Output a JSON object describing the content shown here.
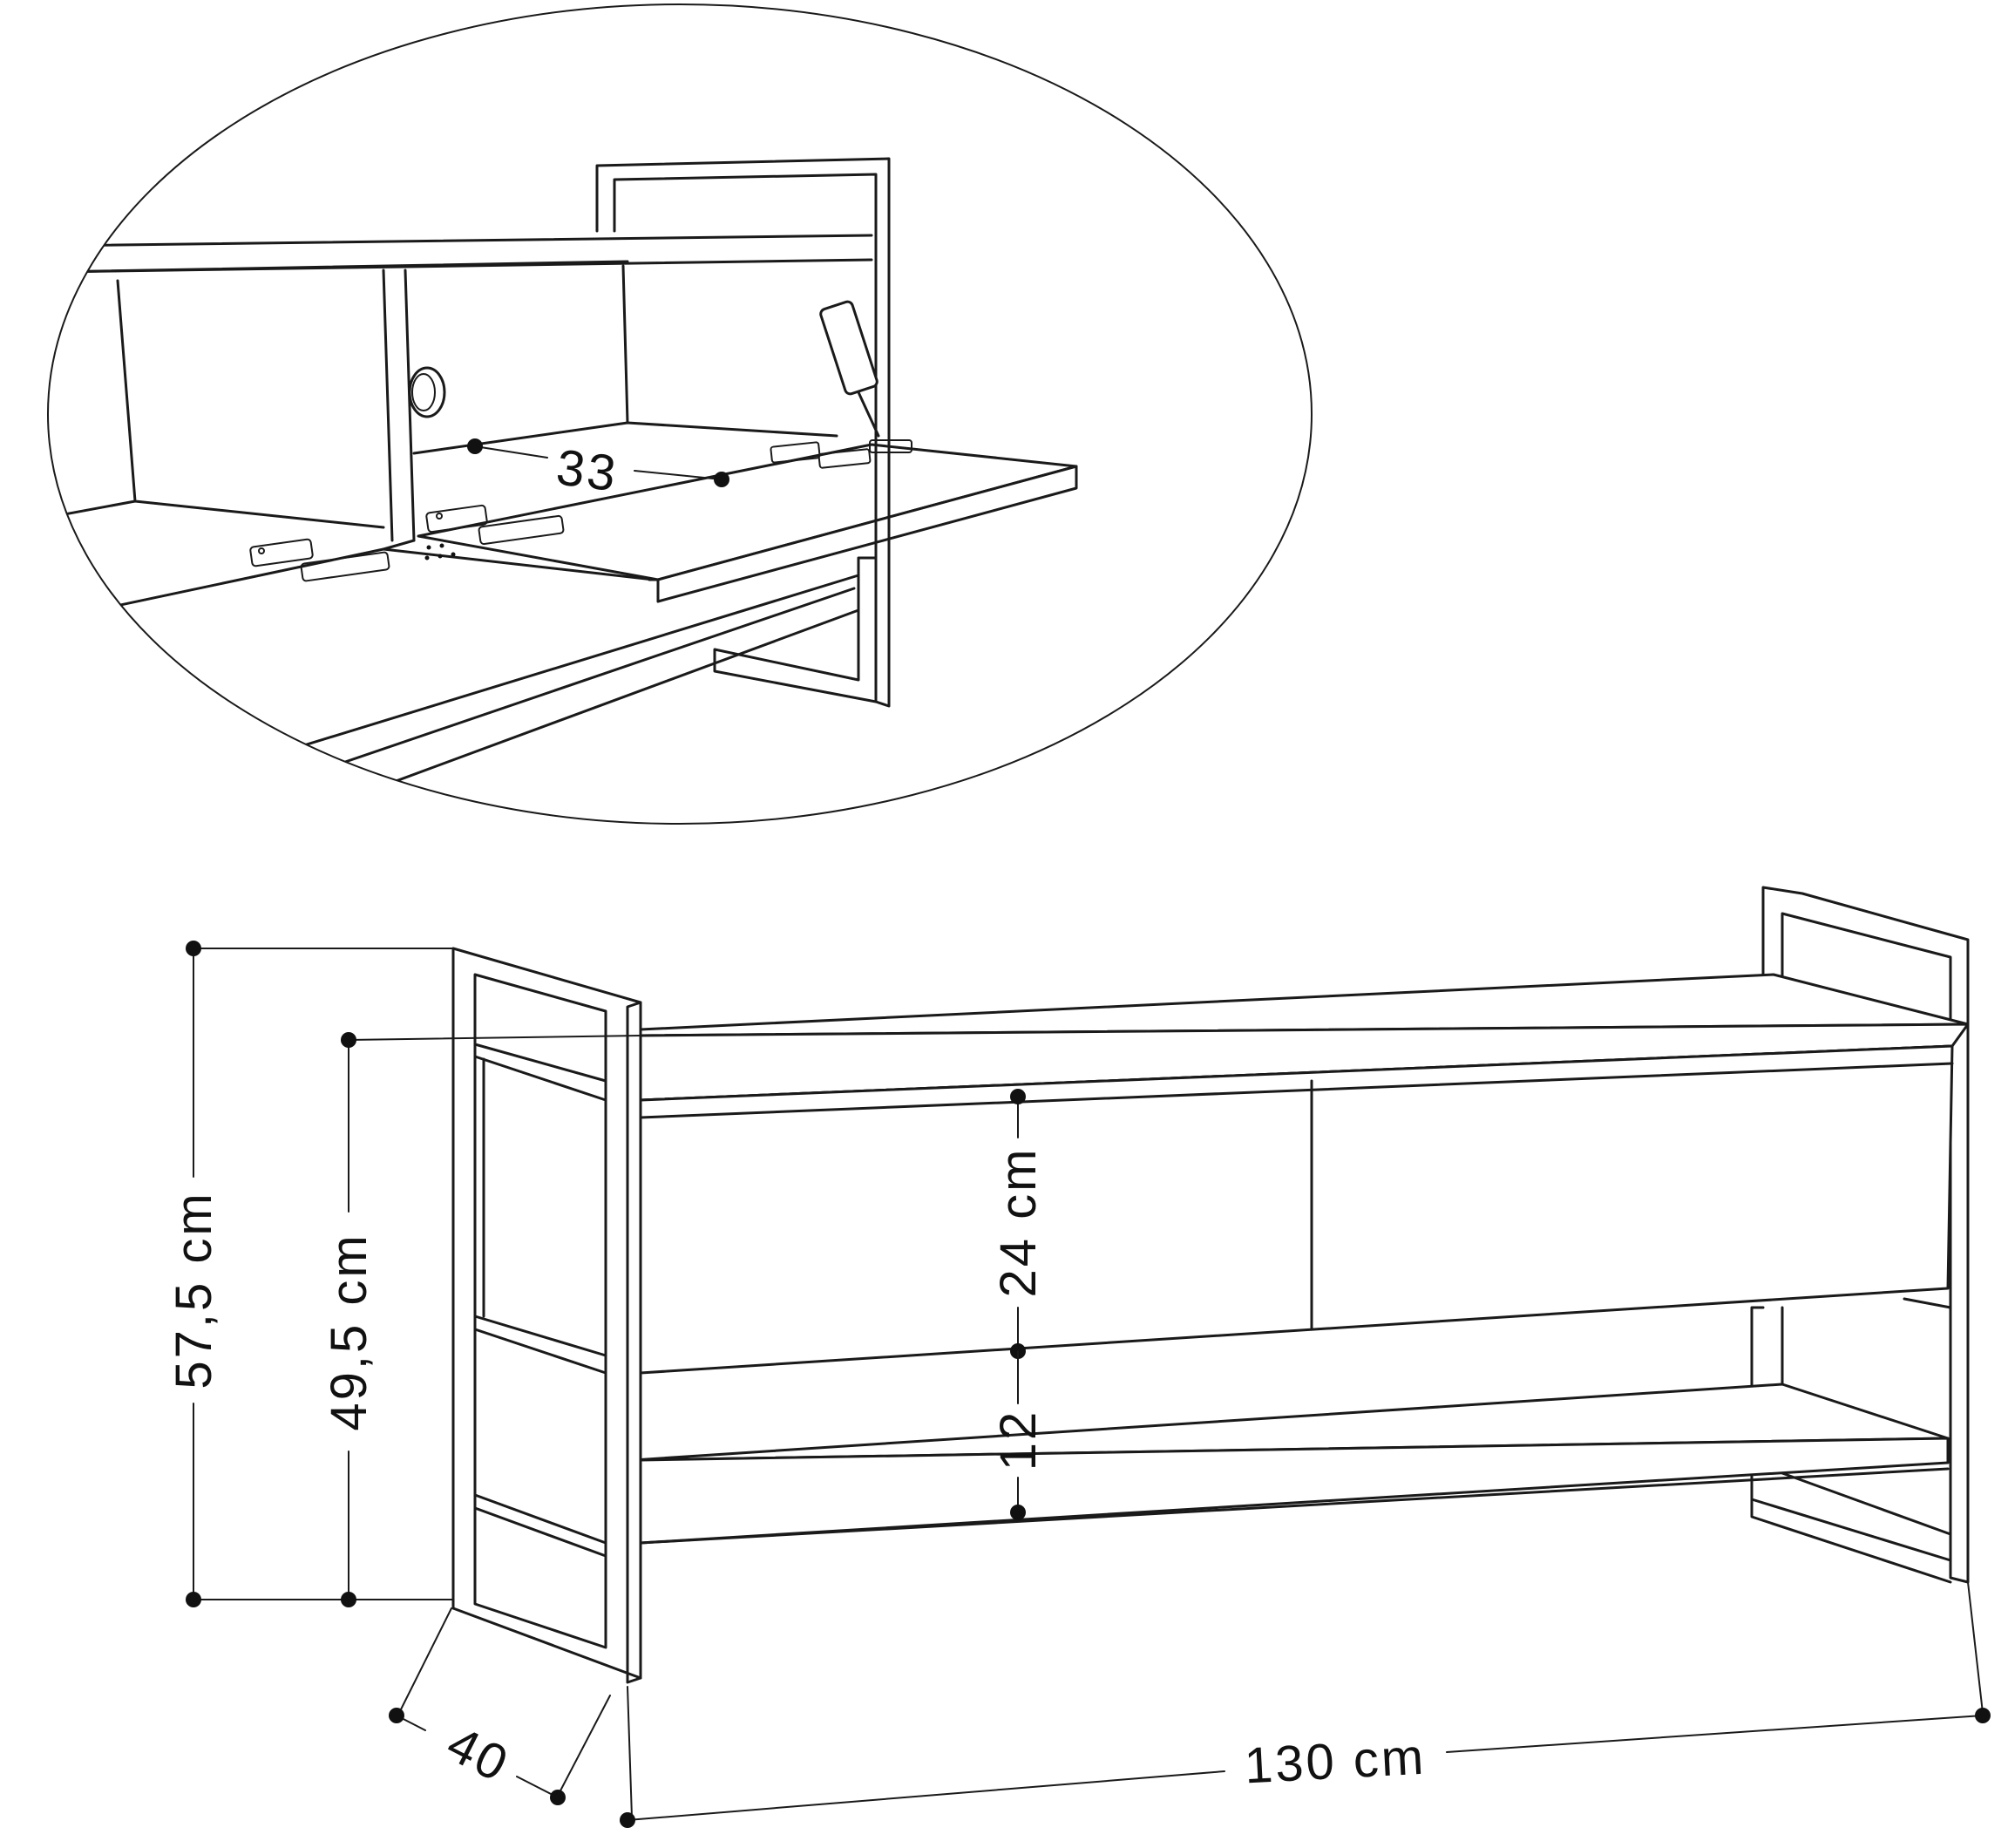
{
  "labels": {
    "depth_inner": "33",
    "height_total": "57,5 cm",
    "height_body": "49,5 cm",
    "compartment": "24 cm",
    "lower_gap": "12",
    "depth": "40",
    "width": "130 cm"
  },
  "colors": {
    "line": "#1a1a1a",
    "background": "#ffffff"
  }
}
